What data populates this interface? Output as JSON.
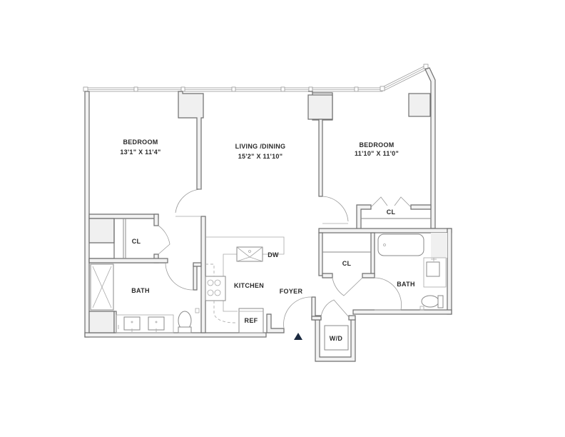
{
  "floorplan": {
    "rooms": [
      {
        "id": "bedroom-1",
        "name": "BEDROOM",
        "dimensions": "13'1\" X 11'4\""
      },
      {
        "id": "living-dining",
        "name": "LIVING /DINING",
        "dimensions": "15'2\" X 11'10\""
      },
      {
        "id": "bedroom-2",
        "name": "BEDROOM",
        "dimensions": "11'10\" X 11'0\""
      },
      {
        "id": "closet-1",
        "name": "CL"
      },
      {
        "id": "closet-2",
        "name": "CL"
      },
      {
        "id": "closet-3",
        "name": "CL"
      },
      {
        "id": "bath-1",
        "name": "BATH"
      },
      {
        "id": "bath-2",
        "name": "BATH"
      },
      {
        "id": "kitchen",
        "name": "KITCHEN"
      },
      {
        "id": "foyer",
        "name": "FOYER"
      }
    ],
    "appliances": {
      "dishwasher": "DW",
      "refrigerator": "REF",
      "washer_dryer": "W/D"
    },
    "entry_marker": "entry-triangle",
    "colors": {
      "wall_stroke": "#6e6e6e",
      "wall_fill": "#f2f2f2",
      "text": "#2a2a2a",
      "entry_marker": "#1b2a40",
      "background": "#ffffff"
    }
  }
}
